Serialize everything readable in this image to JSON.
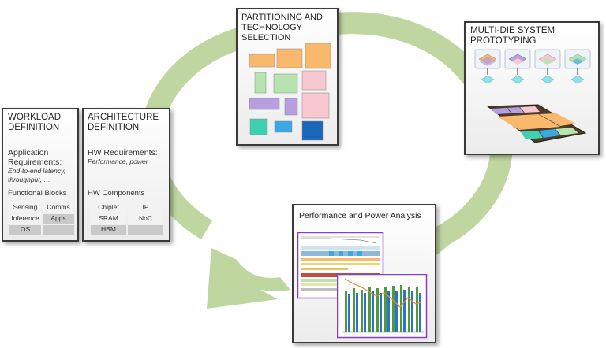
{
  "workload": {
    "title": "WORKLOAD\nDEFINITION",
    "app_req_label": "Application Requirements:",
    "app_req_detail": "End-to-end latency, throughput, …",
    "blocks_label": "Functional Blocks",
    "blocks": [
      "Sensing",
      "Comms",
      "Inference",
      "Apps",
      "OS",
      "…"
    ]
  },
  "architecture": {
    "title": "ARCHITECTURE\nDEFINITION",
    "hw_req_label": "HW Requirements:",
    "hw_req_detail": "Performance, power",
    "components_label": "HW Components",
    "components": [
      "Chiplet",
      "IP",
      "SRAM",
      "NoC",
      "HBM",
      "…"
    ]
  },
  "partitioning": {
    "title": "PARTITIONING AND\nTECHNOLOGY\nSELECTION"
  },
  "prototyping": {
    "title": "MULTI-DIE SYSTEM\nPROTOTYPING"
  },
  "analysis": {
    "title": "Performance and Power Analysis"
  },
  "colors": {
    "cycle_arrow": "#bfd6a0",
    "orange": "#f9b96d",
    "green": "#b6e3b0",
    "pink": "#f8c8d0",
    "purple": "#b79ee0",
    "teal": "#3dd1b0",
    "blue": "#3aa8e4",
    "darkblue": "#1a66b8",
    "chart_border": "#8a3fc0"
  }
}
